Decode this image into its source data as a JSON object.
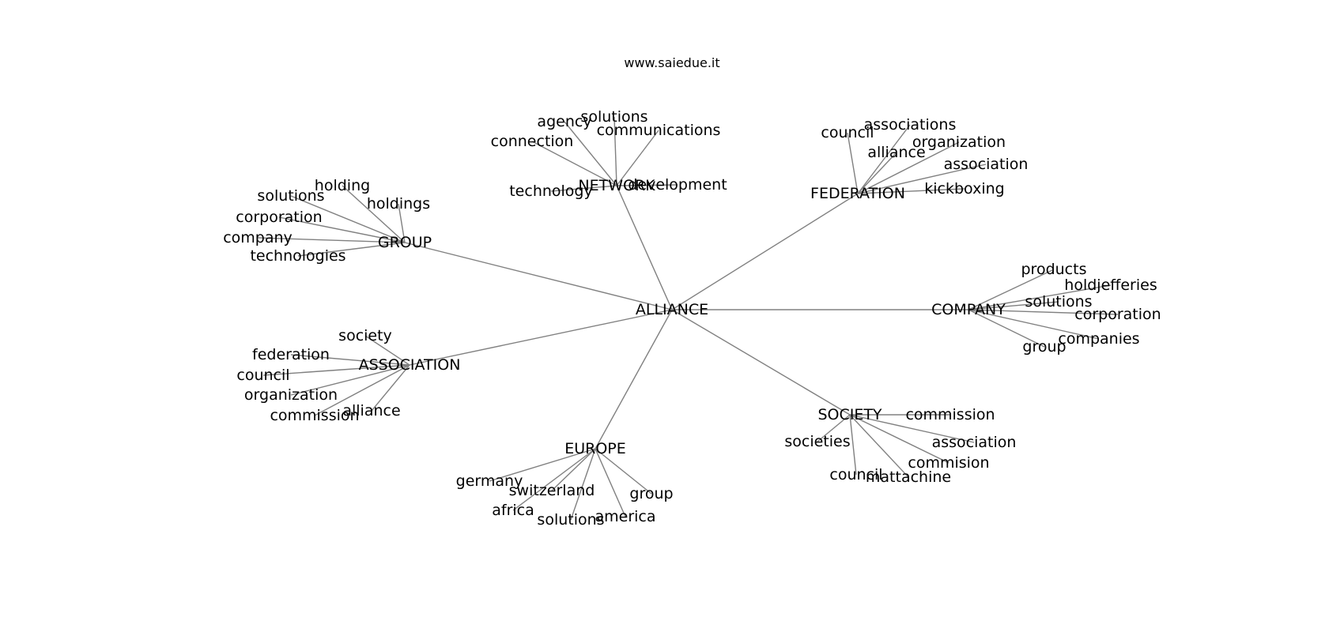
{
  "title": "www.saiedue.it",
  "graph": {
    "root": "ALLIANCE",
    "groups": [
      {
        "hub": "NETWORK",
        "leaves": [
          "agency",
          "solutions",
          "communications",
          "connection",
          "technology",
          "development"
        ]
      },
      {
        "hub": "FEDERATION",
        "leaves": [
          "council",
          "associations",
          "organization",
          "alliance",
          "association",
          "kickboxing"
        ]
      },
      {
        "hub": "GROUP",
        "leaves": [
          "holding",
          "solutions",
          "holdings",
          "corporation",
          "company",
          "technologies"
        ]
      },
      {
        "hub": "COMPANY",
        "leaves": [
          "products",
          "holdjefferies",
          "solutions",
          "corporation",
          "companies",
          "group"
        ]
      },
      {
        "hub": "ASSOCIATION",
        "leaves": [
          "society",
          "federation",
          "council",
          "organization",
          "commission",
          "alliance"
        ]
      },
      {
        "hub": "SOCIETY",
        "leaves": [
          "commission",
          "societies",
          "association",
          "commision",
          "council",
          "mattachine"
        ]
      },
      {
        "hub": "EUROPE",
        "leaves": [
          "germany",
          "switzerland",
          "group",
          "africa",
          "solutions",
          "america"
        ]
      }
    ]
  }
}
